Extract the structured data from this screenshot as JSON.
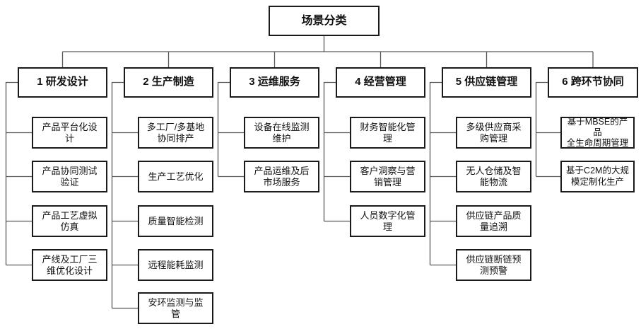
{
  "root": {
    "label": "场景分类"
  },
  "columns": [
    {
      "label": "1 研发设计",
      "children": [
        "产品平台化设\n计",
        "产品协同测试\n验证",
        "产品工艺虚拟\n仿真",
        "产线及工厂三\n维优化设计"
      ]
    },
    {
      "label": "2 生产制造",
      "children": [
        "多工厂/多基地\n协同排产",
        "生产工艺优化",
        "质量智能检测",
        "远程能耗监测",
        "安环监测与监\n管"
      ]
    },
    {
      "label": "3 运维服务",
      "children": [
        "设备在线监测\n维护",
        "产品运维及后\n市场服务"
      ]
    },
    {
      "label": "4 经营管理",
      "children": [
        "财务智能化管\n理",
        "客户洞察与营\n销管理",
        "人员数字化管\n理"
      ]
    },
    {
      "label": "5 供应链管理",
      "children": [
        "多级供应商采\n购管理",
        "无人仓储及智\n能物流",
        "供应链产品质\n量追溯",
        "供应链断链预\n测预警"
      ]
    },
    {
      "label": "6 跨环节协同",
      "children": [
        "基于MBSE的产品\n全生命周期管理",
        "基于C2M的大规\n模定制化生产"
      ]
    }
  ],
  "colors": {
    "box_border": "#1a1a1a",
    "connector": "#595959",
    "background": "#ffffff",
    "text": "#111111"
  }
}
